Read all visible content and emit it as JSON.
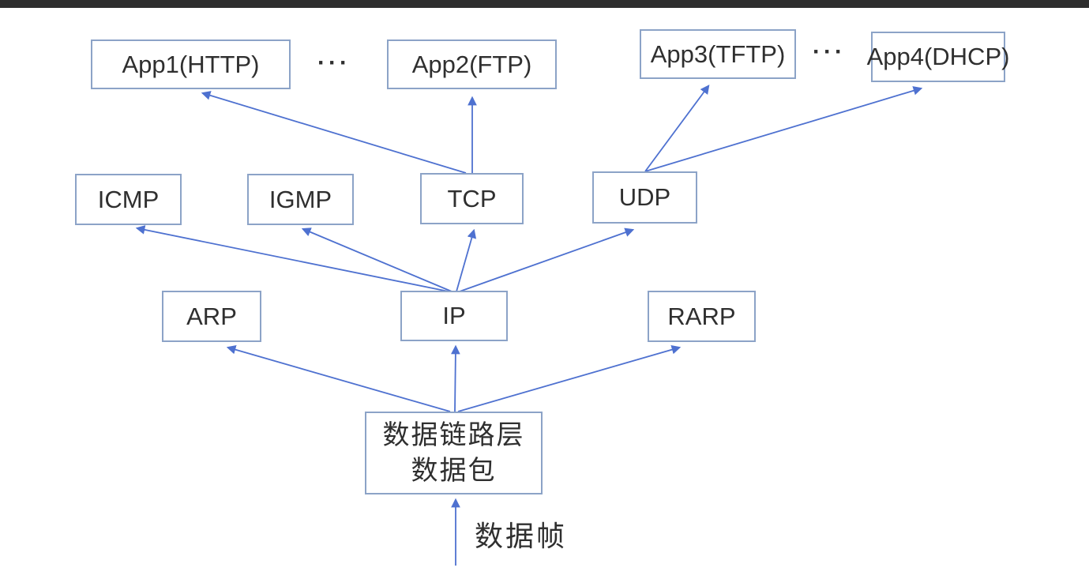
{
  "diagram": {
    "description_type": "tcp-ip-protocol-demultiplexing-diagram",
    "colors": {
      "box_border": "#8ca3c7",
      "arrow": "#4e71d0",
      "text": "#2f2f2f",
      "top_bar": "#2e2e2e",
      "background": "#ffffff"
    },
    "nodes": {
      "app1": {
        "label": "App1(HTTP)"
      },
      "app2": {
        "label": "App2(FTP)"
      },
      "app3": {
        "label": "App3(TFTP)"
      },
      "app4": {
        "label": "App4(DHCP)"
      },
      "icmp": {
        "label": "ICMP"
      },
      "igmp": {
        "label": "IGMP"
      },
      "tcp": {
        "label": "TCP"
      },
      "udp": {
        "label": "UDP"
      },
      "arp": {
        "label": "ARP"
      },
      "ip": {
        "label": "IP"
      },
      "rarp": {
        "label": "RARP"
      },
      "datalink": {
        "line1": "数据链路层",
        "line2": "数据包"
      }
    },
    "ellipsis": {
      "between_app1_app2": "···",
      "between_app3_app4": "···"
    },
    "labels": {
      "frame": "数据帧"
    },
    "edges": [
      {
        "from": "TCP",
        "to": "App1(HTTP)"
      },
      {
        "from": "TCP",
        "to": "App2(FTP)"
      },
      {
        "from": "UDP",
        "to": "App3(TFTP)"
      },
      {
        "from": "UDP",
        "to": "App4(DHCP)"
      },
      {
        "from": "IP",
        "to": "ICMP"
      },
      {
        "from": "IP",
        "to": "IGMP"
      },
      {
        "from": "IP",
        "to": "TCP"
      },
      {
        "from": "IP",
        "to": "UDP"
      },
      {
        "from": "数据链路层数据包",
        "to": "ARP"
      },
      {
        "from": "数据链路层数据包",
        "to": "IP"
      },
      {
        "from": "数据链路层数据包",
        "to": "RARP"
      },
      {
        "from": "数据帧",
        "to": "数据链路层数据包"
      }
    ]
  }
}
